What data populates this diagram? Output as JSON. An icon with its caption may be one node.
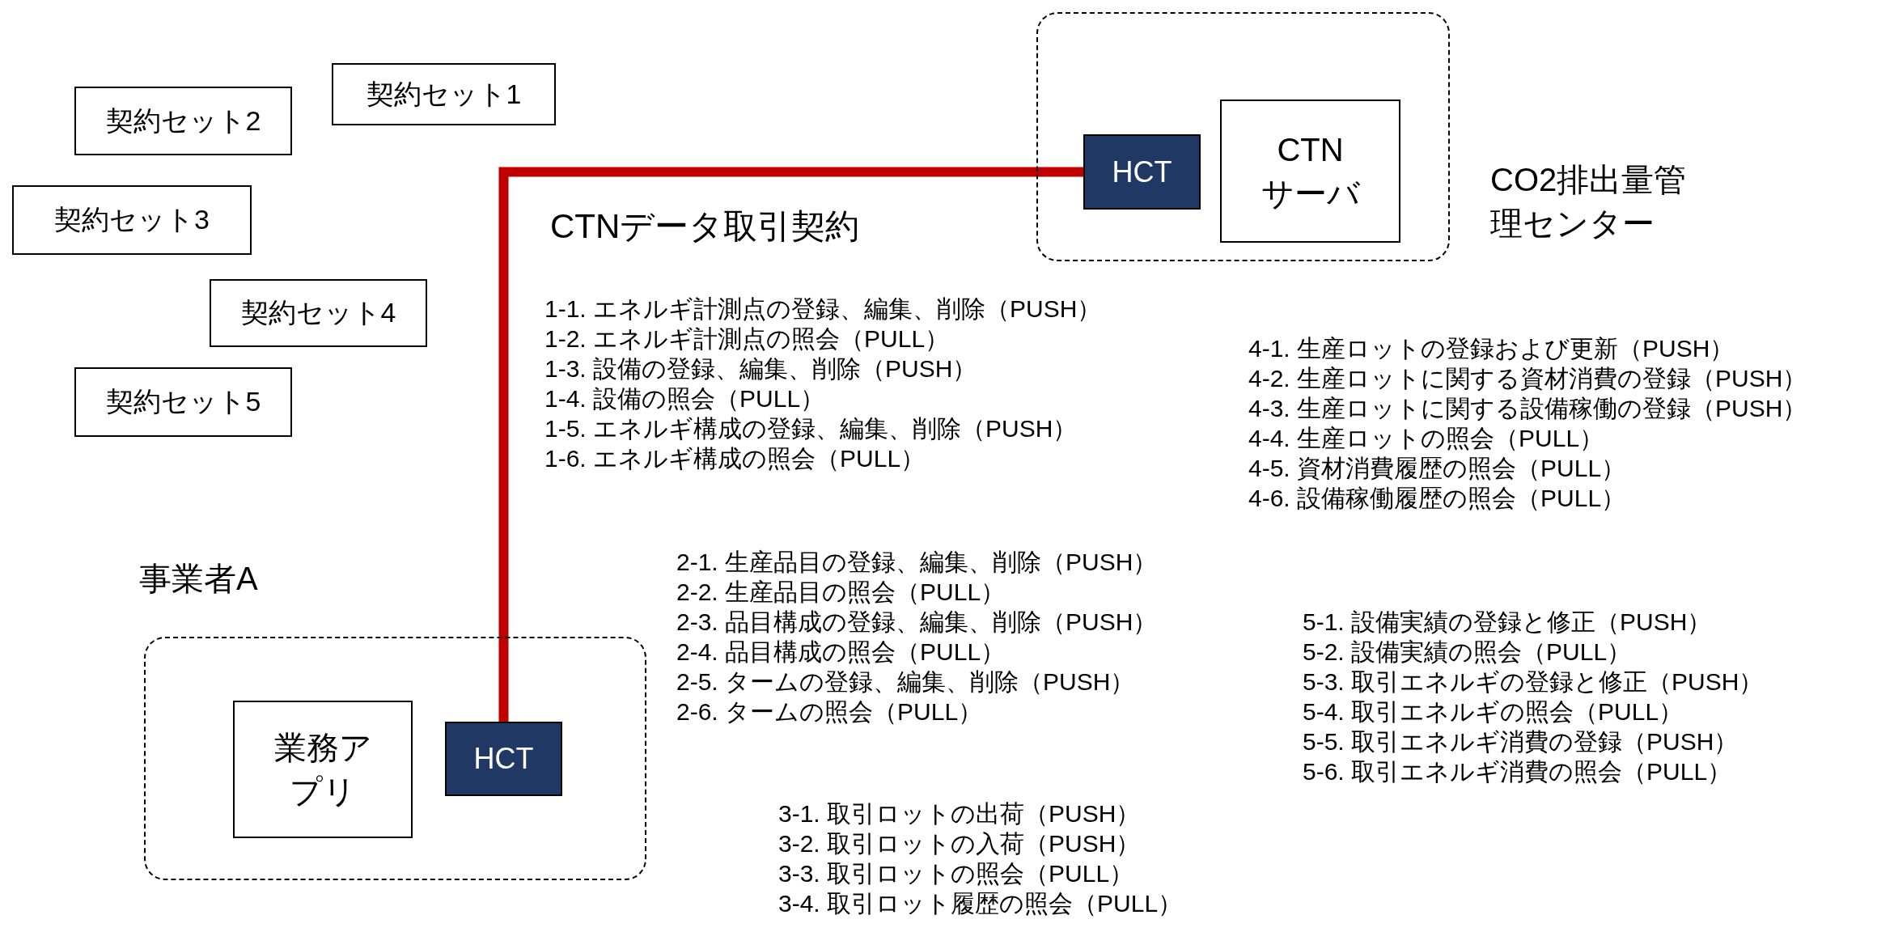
{
  "diagram": {
    "nodes": [
      {
        "text": [
          "契約セット1"
        ]
      },
      {
        "text": [
          "契約セット2"
        ]
      },
      {
        "text": [
          "契約セット3"
        ]
      },
      {
        "text": [
          "契約セット4"
        ]
      },
      {
        "text": [
          "契約セット5"
        ]
      },
      {
        "text": [
          "CO2排出量管理センター"
        ]
      },
      {
        "text": [
          "HCT"
        ],
        "in": 5
      },
      {
        "text": [
          "CTNサーバ"
        ],
        "in": 5
      },
      {
        "text": [
          "事業者A"
        ]
      },
      {
        "text": [
          "業務アプリ"
        ],
        "in": 8
      },
      {
        "text": [
          "HCT"
        ],
        "in": 8
      }
    ],
    "edges": [
      {
        "from": 10,
        "to": 6,
        "arrow": "none",
        "label": "CTNデータ取引契約",
        "color": "#c00000"
      }
    ],
    "labels": [
      "1-1. エネルギ計測点の登録、編集、削除（PUSH）",
      "1-2. エネルギ計測点の照会（PULL）",
      "1-3. 設備の登録、編集、削除（PUSH）",
      "1-4. 設備の照会（PULL）",
      "1-5. エネルギ構成の登録、編集、削除（PUSH）",
      "1-6. エネルギ構成の照会（PULL）",
      "2-1. 生産品目の登録、編集、削除（PUSH）",
      "2-2. 生産品目の照会（PULL）",
      "2-3. 品目構成の登録、編集、削除（PUSH）",
      "2-4. 品目構成の照会（PULL）",
      "2-5. タームの登録、編集、削除（PUSH）",
      "2-6. タームの照会（PULL）",
      "3-1. 取引ロットの出荷（PUSH）",
      "3-2. 取引ロットの入荷（PUSH）",
      "3-3. 取引ロットの照会（PULL）",
      "3-4. 取引ロット履歴の照会（PULL）",
      "4-1. 生産ロットの登録および更新（PUSH）",
      "4-2. 生産ロットに関する資材消費の登録（PUSH）",
      "4-3. 生産ロットに関する設備稼働の登録（PUSH）",
      "4-4. 生産ロットの照会（PULL）",
      "4-5. 資材消費履歴の照会（PULL）",
      "4-6. 設備稼働履歴の照会（PULL）",
      "5-1. 設備実績の登録と修正（PUSH）",
      "5-2. 設備実績の照会（PULL）",
      "5-3. 取引エネルギの登録と修正（PUSH）",
      "5-4. 取引エネルギの照会（PULL）",
      "5-5. 取引エネルギ消費の登録（PUSH）",
      "5-6. 取引エネルギ消費の照会（PULL）"
    ]
  }
}
